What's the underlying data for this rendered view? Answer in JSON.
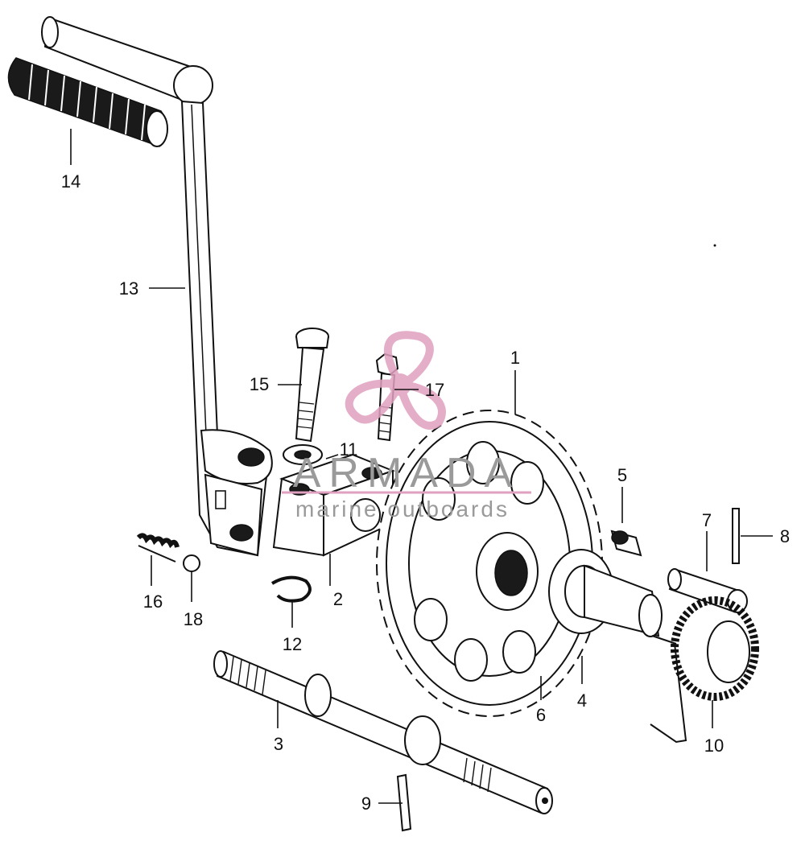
{
  "diagram": {
    "callouts": [
      {
        "id": "1",
        "text": "1"
      },
      {
        "id": "2",
        "text": "2"
      },
      {
        "id": "3",
        "text": "3"
      },
      {
        "id": "4",
        "text": "4"
      },
      {
        "id": "5",
        "text": "5"
      },
      {
        "id": "6",
        "text": "6"
      },
      {
        "id": "7",
        "text": "7"
      },
      {
        "id": "8",
        "text": "8"
      },
      {
        "id": "9",
        "text": "9"
      },
      {
        "id": "10",
        "text": "10"
      },
      {
        "id": "11",
        "text": "11"
      },
      {
        "id": "12",
        "text": "12"
      },
      {
        "id": "13",
        "text": "13"
      },
      {
        "id": "14",
        "text": "14"
      },
      {
        "id": "15",
        "text": "15"
      },
      {
        "id": "16",
        "text": "16"
      },
      {
        "id": "17",
        "text": "17"
      },
      {
        "id": "18",
        "text": "18"
      }
    ]
  },
  "watermark": {
    "brand": "ARMADA",
    "tagline": "marine outboards",
    "logo_color": "#e0a0bf"
  }
}
